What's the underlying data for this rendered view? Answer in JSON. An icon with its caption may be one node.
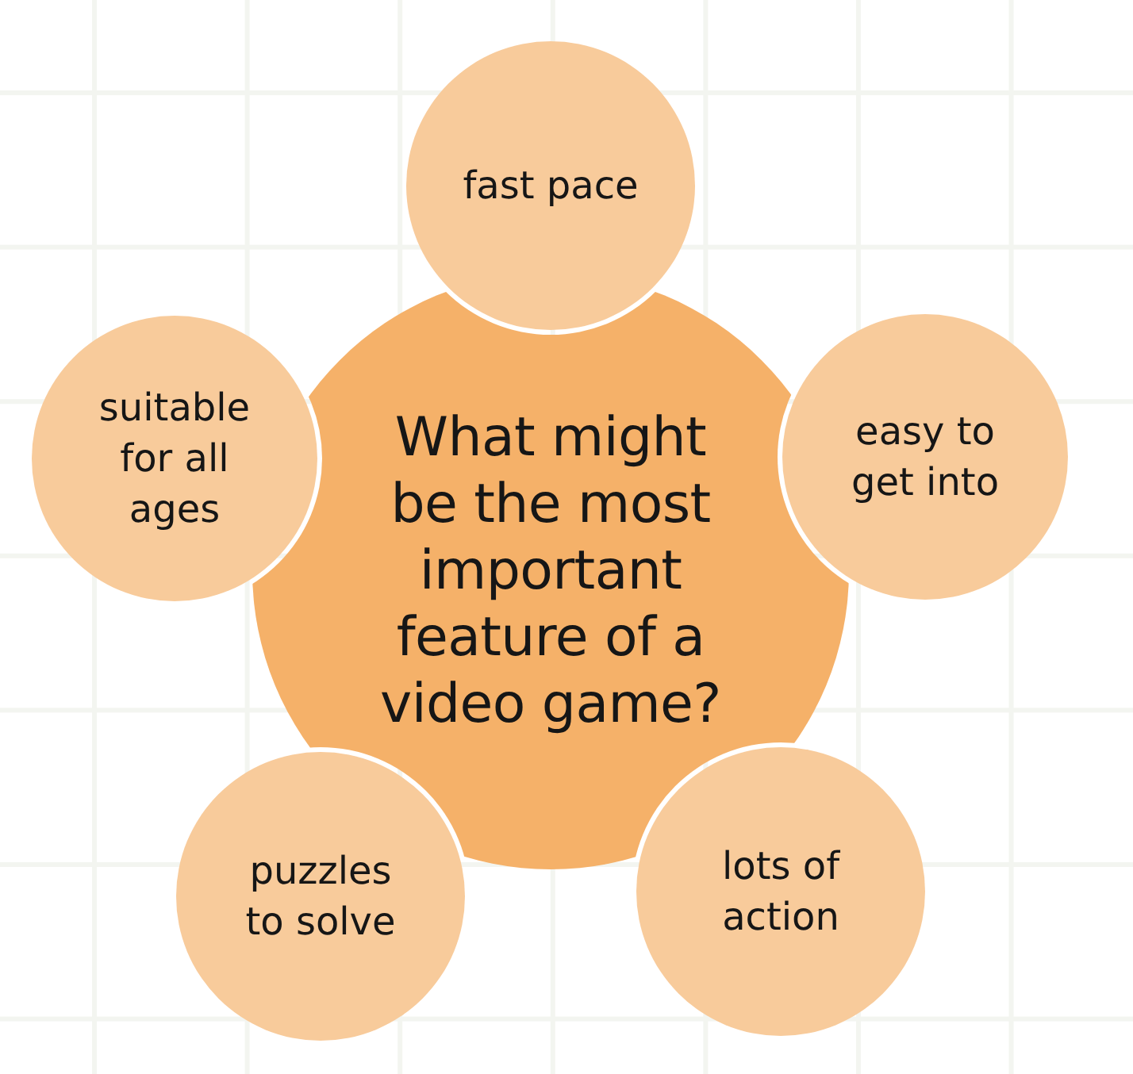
{
  "diagram": {
    "nodes": [
      {
        "text": [
          "What might be the most important feature of a video game?"
        ]
      },
      {
        "text": [
          "fast pace"
        ]
      },
      {
        "text": [
          "easy to get into"
        ]
      },
      {
        "text": [
          "lots of action"
        ]
      },
      {
        "text": [
          "puzzles to solve"
        ]
      },
      {
        "text": [
          "suitable for all ages"
        ]
      }
    ]
  }
}
